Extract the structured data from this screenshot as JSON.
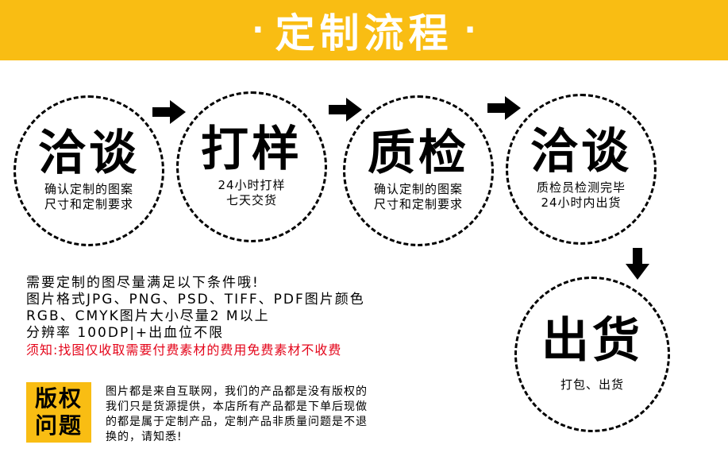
{
  "colors": {
    "accent": "#f9bd13",
    "red": "#e4061b"
  },
  "banner": {
    "title": "定制流程",
    "dot_left": "·",
    "dot_right": "·"
  },
  "steps": [
    {
      "title": "洽谈",
      "lines": [
        "确认定制的图案",
        "尺寸和定制要求"
      ]
    },
    {
      "title": "打样",
      "lines": [
        "24小时打样",
        "七天交货"
      ]
    },
    {
      "title": "质检",
      "lines": [
        "确认定制的图案",
        "尺寸和定制要求"
      ]
    },
    {
      "title": "洽谈",
      "lines": [
        "质检员检测完毕",
        "24小时内出货"
      ]
    },
    {
      "title": "出货",
      "lines": [
        "打包、出货"
      ]
    }
  ],
  "arrows": [
    "arrow-right-icon",
    "arrow-right-icon",
    "arrow-right-icon",
    "arrow-down-icon"
  ],
  "conditions": [
    "需要定制的图尽量满足以下条件哦!",
    "图片格式JPG、PNG、PSD、TIFF、PDF图片颜色",
    "RGB、CMYK图片大小尽量2 M以上",
    "分辨率 100DP|+出血位不限"
  ],
  "notice": "须知:找图仅收取需要付费素材的费用免费素材不收费",
  "badge": {
    "line1": "版权",
    "line2": "问题"
  },
  "copyright_lines": [
    "图片都是来自互联网，我们的产品都是没有版权的",
    "我们只是货源提供，本店所有产品都是下单后现做",
    "的都是属于定制产品，定制产品非质量问题是不退",
    "换的，请知悉!"
  ]
}
